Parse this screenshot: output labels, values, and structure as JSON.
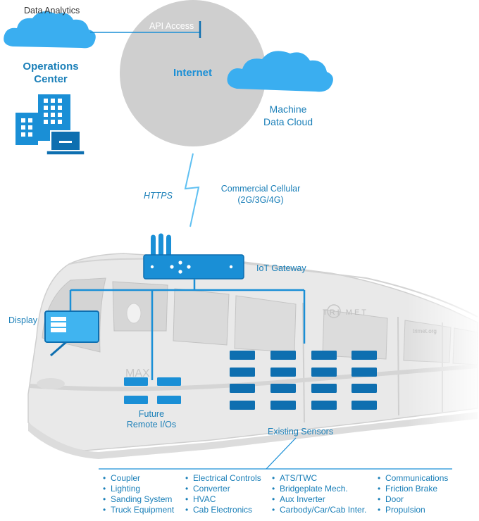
{
  "labels": {
    "data_analytics": "Data Analytics",
    "api_access": "API Access",
    "operations_center": "Operations\nCenter",
    "internet": "Internet",
    "machine_data_cloud": "Machine\nData Cloud",
    "https": "HTTPS",
    "commercial_cellular": "Commercial Cellular\n(2G/3G/4G)",
    "iot_gateway": "IoT Gateway",
    "display": "Display",
    "future_remote_ios": "Future\nRemote I/Os",
    "existing_sensors": "Existing Sensors",
    "train_trimet": "TRI  MET",
    "train_max": "MAX",
    "train_url": "trimet.org"
  },
  "sensor_columns": [
    [
      "Coupler",
      "Lighting",
      "Sanding System",
      "Truck Equipment"
    ],
    [
      "Electrical Controls",
      "Converter",
      "HVAC",
      "Cab Electronics"
    ],
    [
      "ATS/TWC",
      "Bridgeplate Mech.",
      "Aux Inverter",
      "Carbody/Car/Cab Inter."
    ],
    [
      "Communications",
      "Friction Brake",
      "Door",
      "Propulsion"
    ]
  ],
  "colors": {
    "accent": "#1a8fd6",
    "accent_dark": "#0e6fb0",
    "cloud": "#35aef0",
    "sphere": "#cfcfcf",
    "train_body": "#e6e6e6",
    "train_line": "#c8c8c8"
  }
}
